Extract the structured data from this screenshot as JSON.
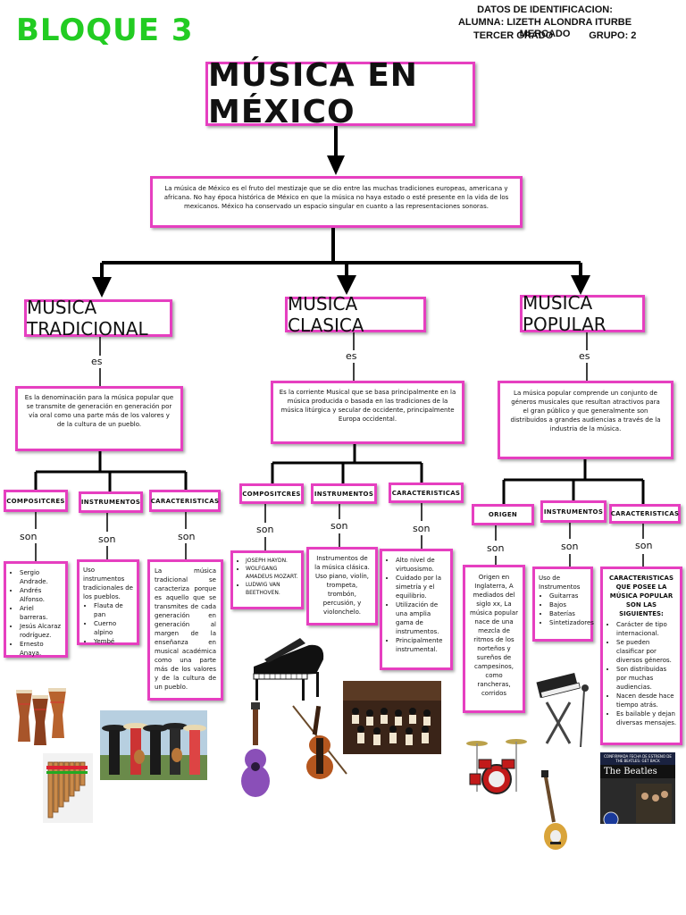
{
  "header": {
    "block_label": "BLOQUE 3",
    "block_color": "#22cc22",
    "info_title": "DATOS DE IDENTIFICACION:",
    "info_student": "ALUMNA: LIZETH ALONDRA ITURBE MERCADO",
    "info_grade": "TERCER  GRADO",
    "info_group": "GRUPO: 2"
  },
  "accent_color": "#e63fc0",
  "main": {
    "title": "MÚSICA EN MÉXICO",
    "intro": "La música de México es el fruto del mestizaje que se dio entre las muchas tradiciones europeas, americana y africana. No hay época histórica de México en que la música no haya estado o esté presente en la vida de los mexicanos. México ha conservado un espacio singular en cuanto a las representaciones sonoras."
  },
  "connector": {
    "es": "es",
    "son": "son"
  },
  "branches": [
    {
      "title": "MUSICA TRADICIONAL",
      "definition": "Es la denominación para la música popular que se transmite de generación en generación por vía oral como una parte más de los valores y de la cultura de un pueblo.",
      "categories": [
        {
          "label": "COMPOSITCRES",
          "items": [
            "Sergio Andrade.",
            "Andrés Alfonso.",
            "Ariel barreras.",
            "Jesús Alcaraz rodríguez.",
            "Ernesto Anaya."
          ]
        },
        {
          "label": "INSTRUMENTOS",
          "intro": "Uso instrumentos tradicionales de los pueblos.",
          "items": [
            "Flauta de pan",
            "Cuerno alpino",
            "Yembé"
          ]
        },
        {
          "label": "CARACTERISTICAS",
          "text": "La música tradicional se caracteriza porque es aquello que se transmites de cada generación en generación al margen de la enseñanza en musical académica como una parte más de los valores y de la cultura de un pueblo."
        }
      ]
    },
    {
      "title": "MUSICA CLASICA",
      "definition": "Es la corriente Musical que se basa principalmente en la música producida o basada en las tradiciones de la música litúrgica y secular de occidente, principalmente Europa occidental.",
      "categories": [
        {
          "label": "COMPOSITCRES",
          "items": [
            "JOSEPH HAYDN.",
            "WOLFGANG AMADEUS MOZART.",
            "LUDWIG VAN BEETHOVEN."
          ]
        },
        {
          "label": "INSTRUMENTOS",
          "text": "Instrumentos de la música clásica. Uso piano, violín, trompeta, trombón, percusión, y violonchelo."
        },
        {
          "label": "CARACTERISTICAS",
          "items": [
            "Alto nivel de virtuosismo.",
            "Cuidado por la simetría y el equilibrio.",
            "Utilización de una amplia gama de instrumentos.",
            "Principalmente instrumental."
          ]
        }
      ]
    },
    {
      "title": "MUSICA POPULAR",
      "definition": "La música popular comprende un conjunto de géneros musicales que resultan atractivos para el gran público y que generalmente son distribuidos a grandes audiencias a través de la industria de la música.",
      "categories": [
        {
          "label": "ORIGEN",
          "text": "Origen en Inglaterra, A mediados del siglo xx, La música popular nace de una mezcla de ritmos de los norteños y sureños de campesinos, como rancheras, corridos"
        },
        {
          "label": "INSTRUMENTOS",
          "intro": "Uso de Instrumentos",
          "items": [
            "Guitarras",
            "Bajos",
            "Baterías",
            "Sintetizadores"
          ]
        },
        {
          "label": "CARACTERISTICAS",
          "heading": "CARACTERISTICAS QUE POSEE LA MÚSICA POPULAR SON LAS SIGUIENTES:",
          "items": [
            "Carácter de tipo internacional.",
            "Se pueden clasificar por diversos géneros.",
            "Son distribuidas por muchas audiencias.",
            "Nacen desde hace tiempo atrás.",
            "Es bailable y dejan diversas mensajes."
          ]
        }
      ]
    }
  ],
  "images": {
    "beatles_title": "The Beatles",
    "beatles_subtitle": "CONFIRMADA FECHA DE ESTRENO DE THE BEATLES: GET BACK"
  }
}
